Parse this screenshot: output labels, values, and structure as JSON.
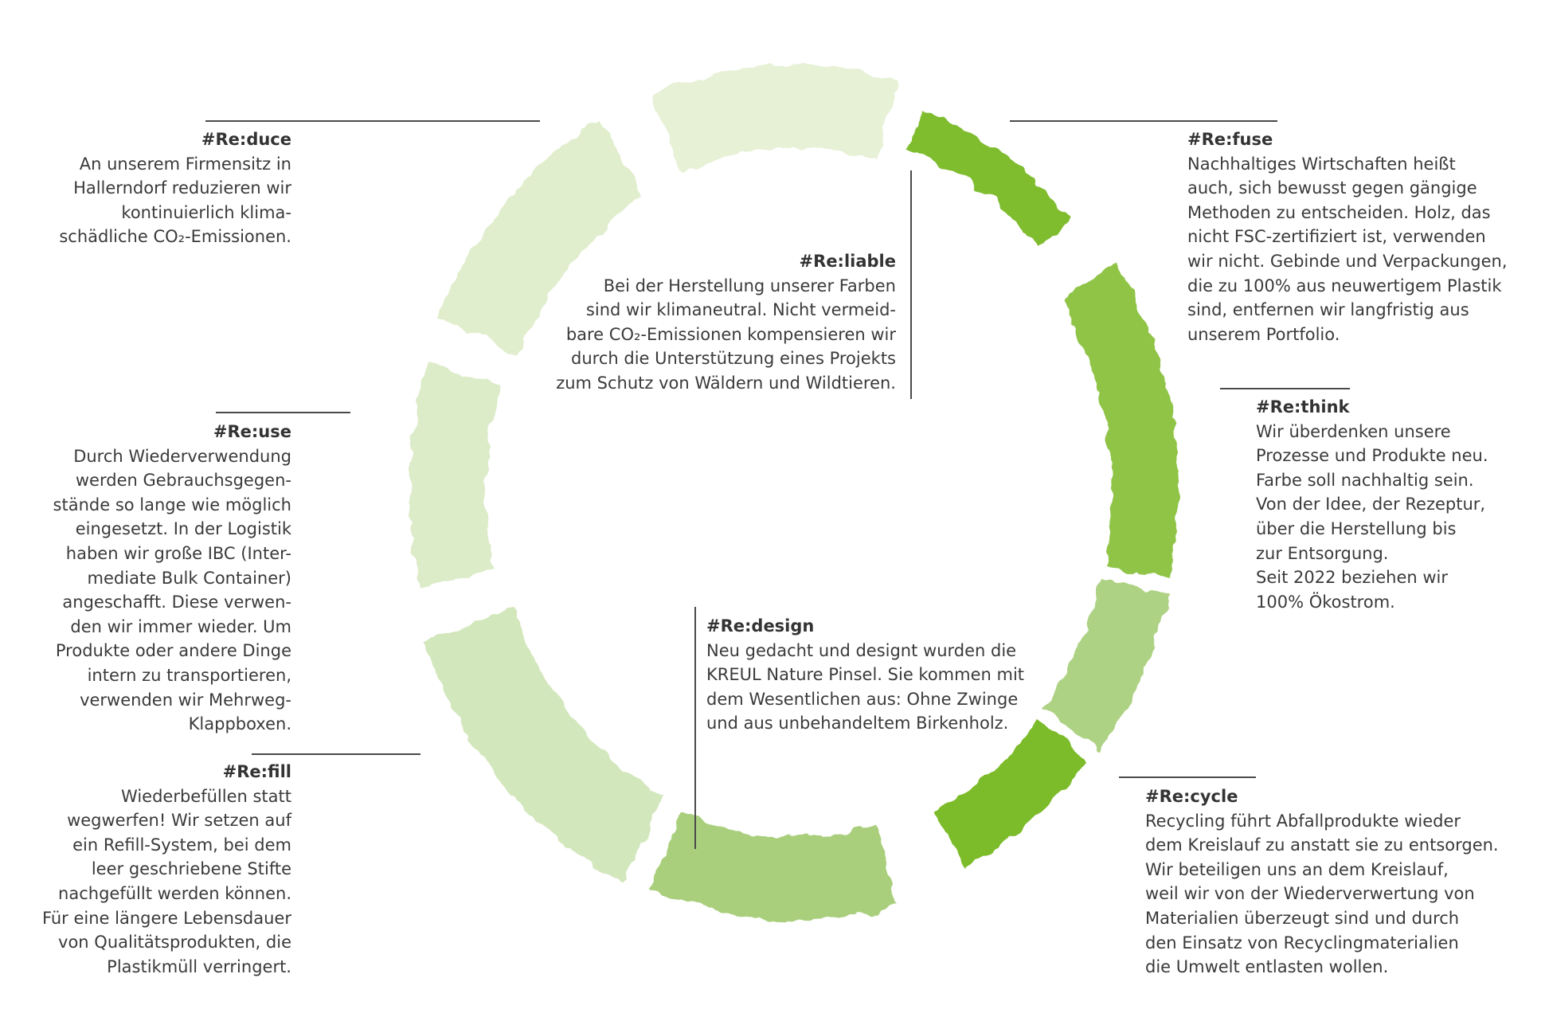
{
  "colors": {
    "pale_green": "#dcebc6",
    "mid_green": "#b4d68a",
    "bright_green": "#7cbb2b",
    "text": "#3a3a3a",
    "rule": "#4a4a4a"
  },
  "segments": [
    {
      "id": "top",
      "fill": "#e6f1d6"
    },
    {
      "id": "upper-right",
      "fill": "#7fbc2f"
    },
    {
      "id": "right",
      "fill": "#8fc447"
    },
    {
      "id": "lower-right-pale",
      "fill": "#aed284"
    },
    {
      "id": "lower-right",
      "fill": "#7cbb2b"
    },
    {
      "id": "bottom",
      "fill": "#a9cf7c"
    },
    {
      "id": "lower-left",
      "fill": "#d3e7bc"
    },
    {
      "id": "left",
      "fill": "#dcebc8"
    },
    {
      "id": "upper-left",
      "fill": "#e0eecd"
    }
  ],
  "blocks": {
    "reduce": {
      "title": "#Re:duce",
      "body": "An unserem Firmensitz in\nHallerndorf reduzieren wir\nkontinuierlich klima-\nschädliche CO₂-Emissionen."
    },
    "refuse": {
      "title": "#Re:fuse",
      "body": "Nachhaltiges Wirtschaften heißt\nauch, sich bewusst gegen gängige\nMethoden zu entscheiden. Holz, das\nnicht FSC-zertifiziert ist, verwenden\nwir nicht. Gebinde und Verpackungen,\ndie zu 100% aus neuwertigem Plastik\nsind, entfernen wir langfristig aus\nunserem Portfolio."
    },
    "reliable": {
      "title": "#Re:liable",
      "body": "Bei der Herstellung unserer Farben\nsind wir klimaneutral. Nicht vermeid-\nbare CO₂-Emissionen kompensieren wir\ndurch die Unterstützung eines Projekts\nzum Schutz von Wäldern und Wildtieren."
    },
    "reuse": {
      "title": "#Re:use",
      "body": "Durch Wiederverwendung\nwerden Gebrauchsgegen-\nstände so lange wie möglich\neingesetzt. In der Logistik\nhaben wir große IBC (Inter-\nmediate Bulk Container)\nangeschafft. Diese verwen-\nden wir immer wieder. Um\nProdukte oder andere Dinge\nintern zu transportieren,\nverwenden wir Mehrweg-\nKlappboxen."
    },
    "rethink": {
      "title": "#Re:think",
      "body": "Wir überdenken unsere\nProzesse und Produkte neu.\nFarbe soll nachhaltig sein.\nVon der Idee, der Rezeptur,\nüber die Herstellung bis\nzur Entsorgung.\nSeit 2022 beziehen wir\n100% Ökostrom."
    },
    "redesign": {
      "title": "#Re:design",
      "body": "Neu gedacht und designt wurden die\nKREUL Nature Pinsel. Sie kommen mit\ndem Wesentlichen aus: Ohne Zwinge\nund aus unbehandeltem Birkenholz."
    },
    "refill": {
      "title": "#Re:fill",
      "body": "Wiederbefüllen statt\nwegwerfen! Wir setzen auf\nein Refill-System, bei dem\nleer geschriebene Stifte\nnachgefüllt werden können.\nFür eine längere Lebensdauer\nvon Qualitätsprodukten, die\nPlastikmüll verringert."
    },
    "recycle": {
      "title": "#Re:cycle",
      "body": "Recycling führt Abfallprodukte wieder\ndem Kreislauf zu anstatt sie zu entsorgen.\nWir beteiligen uns an dem Kreislauf,\nweil wir von der Wiederverwertung von\nMaterialien überzeugt sind und durch\nden Einsatz von Recyclingmaterialien\ndie Umwelt entlasten wollen."
    }
  }
}
